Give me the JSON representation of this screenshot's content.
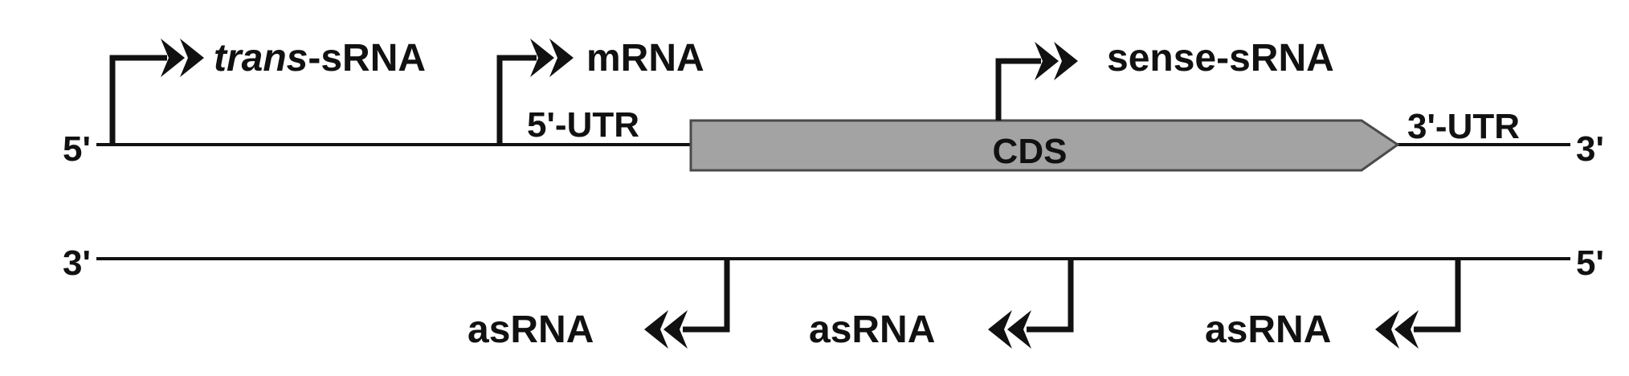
{
  "top_strand": {
    "left_end": "5'",
    "right_end": "3'",
    "utr5_label": "5'-UTR",
    "utr3_label": "3'-UTR",
    "cds_label": "CDS",
    "cds_color": "#a3a3a3"
  },
  "bottom_strand": {
    "left_end": "3'",
    "right_end": "5'"
  },
  "transcripts": {
    "trans_srna": {
      "italic_part": "trans",
      "rest": "-sRNA"
    },
    "mrna": "mRNA",
    "sense_srna": "sense-sRNA",
    "asrna": [
      "asRNA",
      "asRNA",
      "asRNA"
    ]
  },
  "arrowhead_icon": "double-chevron-arrow"
}
